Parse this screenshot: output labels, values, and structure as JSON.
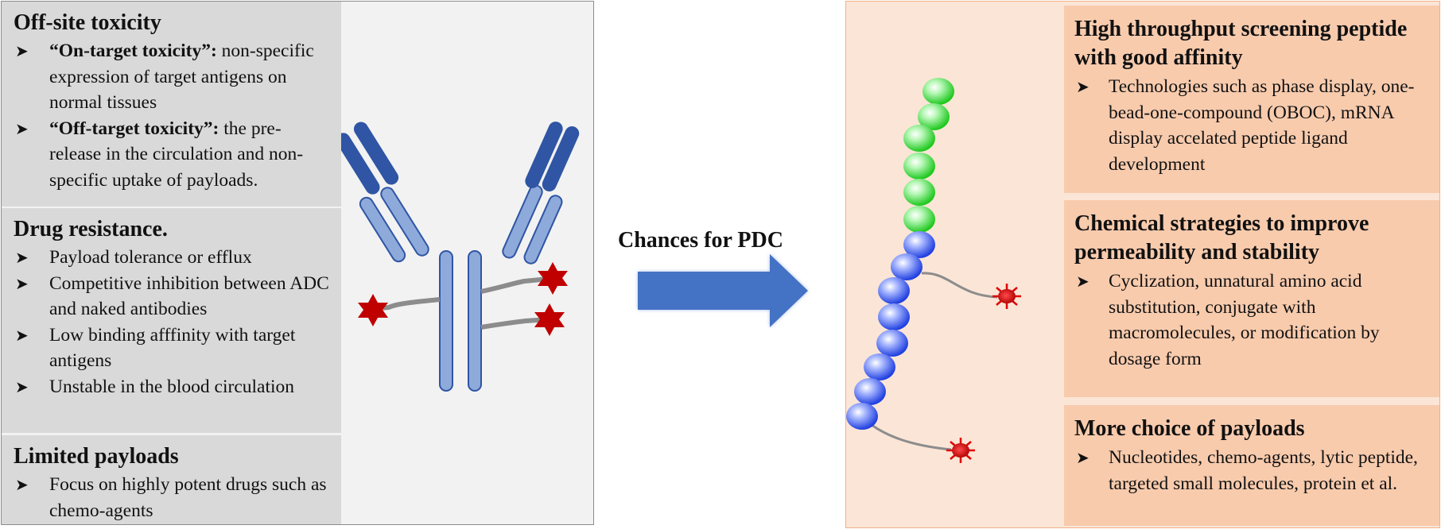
{
  "left_panel": {
    "sections": [
      {
        "title": "Off-site toxicity",
        "items": [
          {
            "bold": "“On-target toxicity”:",
            "text": " non-specific expression of target antigens on normal tissues"
          },
          {
            "bold": "“Off-target toxicity”:",
            "text": " the pre-release in the circulation and non-specific uptake of payloads."
          }
        ]
      },
      {
        "title": "Drug resistance.",
        "items": [
          {
            "bold": "",
            "text": "Payload tolerance or efflux"
          },
          {
            "bold": "",
            "text": "Competitive inhibition between ADC and naked antibodies"
          },
          {
            "bold": "",
            "text": "Low binding afffinity with target antigens"
          },
          {
            "bold": "",
            "text": "Unstable in the blood circulation"
          }
        ]
      },
      {
        "title": "Limited payloads",
        "items": [
          {
            "bold": "",
            "text": "Focus on highly potent drugs such as chemo-agents"
          }
        ]
      }
    ]
  },
  "arrow": {
    "label": "Chances for PDC",
    "color": "#4472c4"
  },
  "right_panel": {
    "sections": [
      {
        "title": "High throughput screening peptide with good affinity",
        "items": [
          {
            "bold": "",
            "text": "Technologies such as phase display, one-bead-one-compound (OBOC), mRNA display  accelated peptide ligand development"
          }
        ]
      },
      {
        "title": "Chemical strategies to improve permeability and stability",
        "items": [
          {
            "bold": "",
            "text": "Cyclization, unnatural amino acid substitution, conjugate with macromolecules, or modification by dosage form"
          }
        ]
      },
      {
        "title": "More choice of payloads",
        "items": [
          {
            "bold": "",
            "text": "Nucleotides, chemo-agents, lytic peptide, targeted small molecules, protein et al."
          }
        ]
      }
    ]
  },
  "colors": {
    "left_panel_bg": "#f2f2f2",
    "left_box_bg": "#d9d9d9",
    "right_panel_bg": "#fbe5d6",
    "right_box_bg": "#f8cbad",
    "antibody_dark": "#2f55a4",
    "antibody_light": "#8eaadb",
    "payload": "#c00000",
    "peptide_green": "#38d838",
    "peptide_blue": "#3355e0"
  },
  "icons": {
    "bullet": "arrowhead-bullet",
    "payload": "star-icon"
  }
}
